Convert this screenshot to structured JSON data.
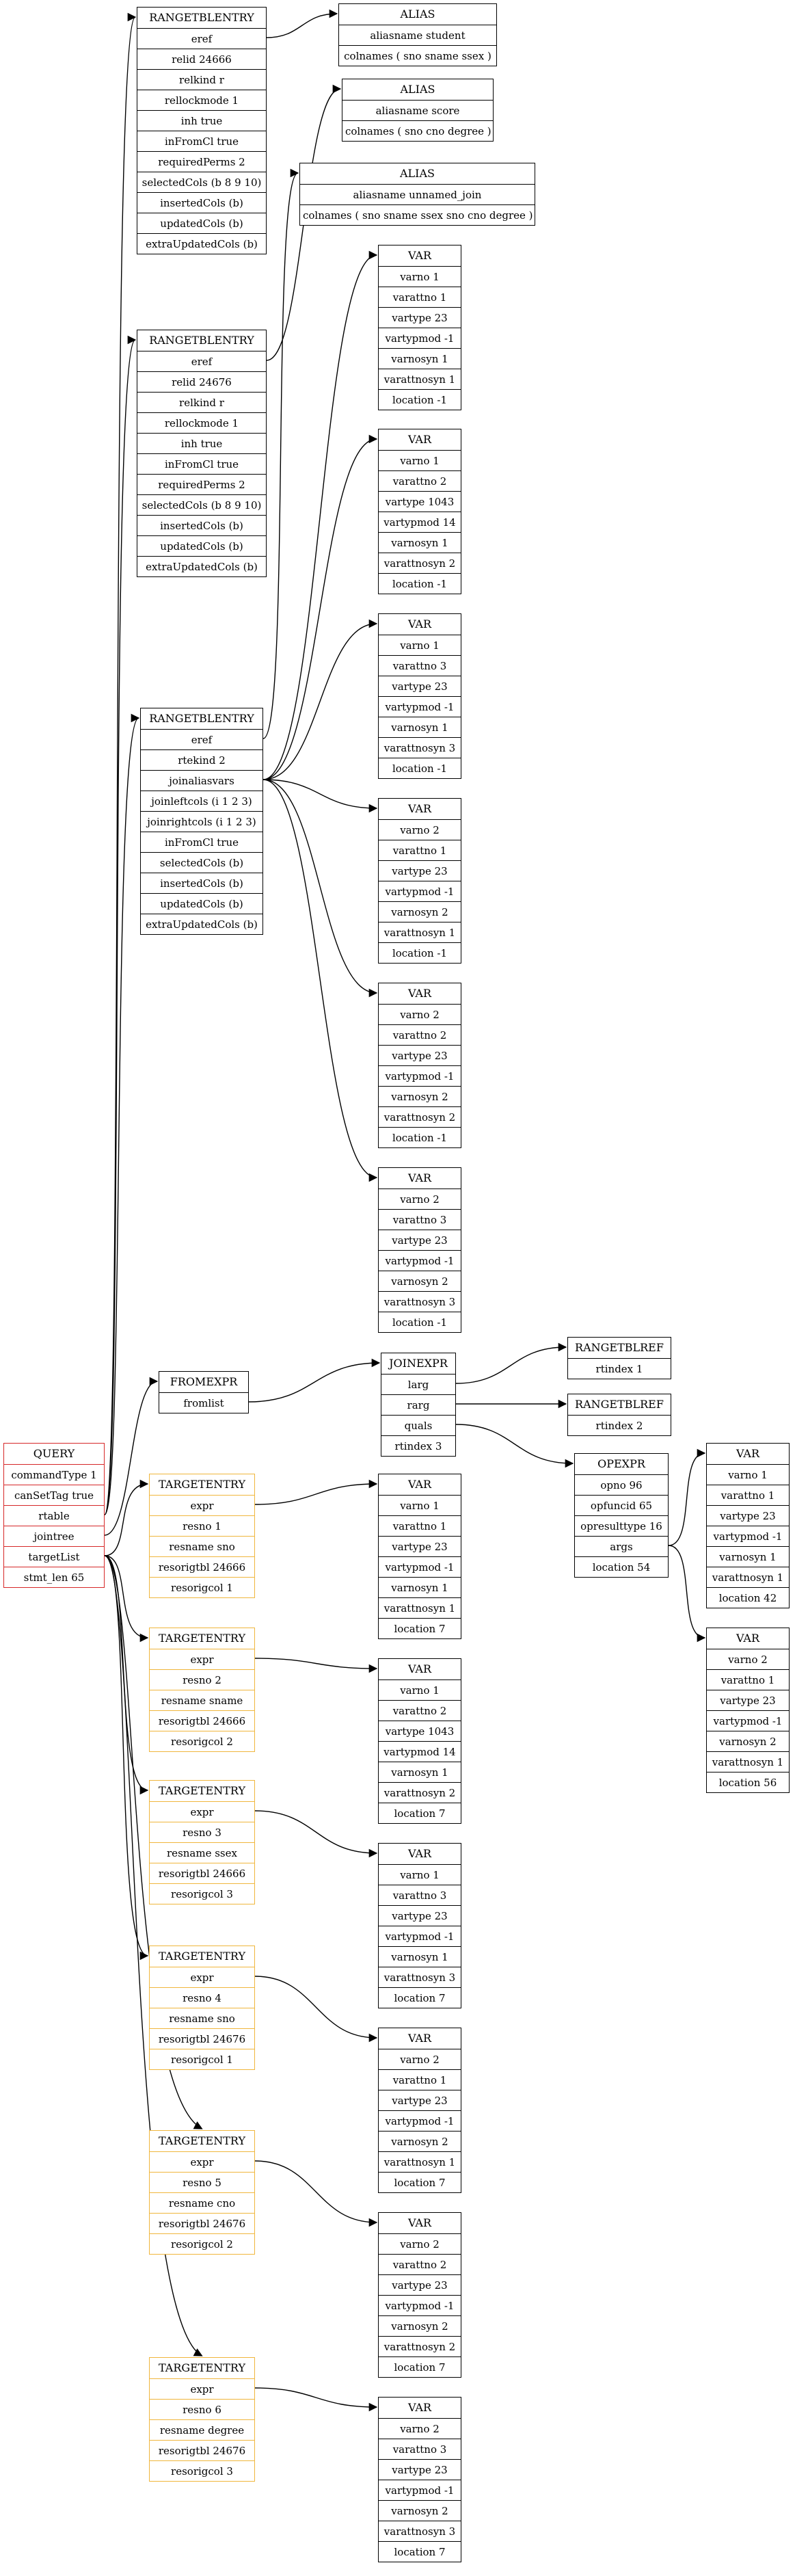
{
  "nodes": {
    "query": {
      "title": "QUERY",
      "rows": [
        "commandType 1",
        "canSetTag true",
        "rtable",
        "jointree",
        "targetList",
        "stmt_len 65"
      ]
    },
    "rte1": {
      "title": "RANGETBLENTRY",
      "rows": [
        "eref",
        "relid 24666",
        "relkind r",
        "rellockmode 1",
        "inh true",
        "inFromCl true",
        "requiredPerms 2",
        "selectedCols (b 8 9 10)",
        "insertedCols (b)",
        "updatedCols (b)",
        "extraUpdatedCols (b)"
      ]
    },
    "rte2": {
      "title": "RANGETBLENTRY",
      "rows": [
        "eref",
        "relid 24676",
        "relkind r",
        "rellockmode 1",
        "inh true",
        "inFromCl true",
        "requiredPerms 2",
        "selectedCols (b 8 9 10)",
        "insertedCols (b)",
        "updatedCols (b)",
        "extraUpdatedCols (b)"
      ]
    },
    "rte3": {
      "title": "RANGETBLENTRY",
      "rows": [
        "eref",
        "rtekind 2",
        "joinaliasvars",
        "joinleftcols (i 1 2 3)",
        "joinrightcols (i 1 2 3)",
        "inFromCl true",
        "selectedCols (b)",
        "insertedCols (b)",
        "updatedCols (b)",
        "extraUpdatedCols (b)"
      ]
    },
    "alias1": {
      "title": "ALIAS",
      "rows": [
        "aliasname student",
        "colnames ( sno sname ssex )"
      ]
    },
    "alias2": {
      "title": "ALIAS",
      "rows": [
        "aliasname score",
        "colnames ( sno cno degree )"
      ]
    },
    "alias3": {
      "title": "ALIAS",
      "rows": [
        "aliasname unnamed_join",
        "colnames ( sno sname ssex sno cno degree )"
      ]
    },
    "jv1": {
      "title": "VAR",
      "rows": [
        "varno 1",
        "varattno 1",
        "vartype 23",
        "vartypmod -1",
        "varnosyn 1",
        "varattnosyn 1",
        "location -1"
      ]
    },
    "jv2": {
      "title": "VAR",
      "rows": [
        "varno 1",
        "varattno 2",
        "vartype 1043",
        "vartypmod 14",
        "varnosyn 1",
        "varattnosyn 2",
        "location -1"
      ]
    },
    "jv3": {
      "title": "VAR",
      "rows": [
        "varno 1",
        "varattno 3",
        "vartype 23",
        "vartypmod -1",
        "varnosyn 1",
        "varattnosyn 3",
        "location -1"
      ]
    },
    "jv4": {
      "title": "VAR",
      "rows": [
        "varno 2",
        "varattno 1",
        "vartype 23",
        "vartypmod -1",
        "varnosyn 2",
        "varattnosyn 1",
        "location -1"
      ]
    },
    "jv5": {
      "title": "VAR",
      "rows": [
        "varno 2",
        "varattno 2",
        "vartype 23",
        "vartypmod -1",
        "varnosyn 2",
        "varattnosyn 2",
        "location -1"
      ]
    },
    "jv6": {
      "title": "VAR",
      "rows": [
        "varno 2",
        "varattno 3",
        "vartype 23",
        "vartypmod -1",
        "varnosyn 2",
        "varattnosyn 3",
        "location -1"
      ]
    },
    "fromexpr": {
      "title": "FROMEXPR",
      "rows": [
        "fromlist"
      ]
    },
    "joinexpr": {
      "title": "JOINEXPR",
      "rows": [
        "larg",
        "rarg",
        "quals",
        "rtindex 3"
      ]
    },
    "rtref1": {
      "title": "RANGETBLREF",
      "rows": [
        "rtindex 1"
      ]
    },
    "rtref2": {
      "title": "RANGETBLREF",
      "rows": [
        "rtindex 2"
      ]
    },
    "opexpr": {
      "title": "OPEXPR",
      "rows": [
        "opno 96",
        "opfuncid 65",
        "opresulttype 16",
        "args",
        "location 54"
      ]
    },
    "ov1": {
      "title": "VAR",
      "rows": [
        "varno 1",
        "varattno 1",
        "vartype 23",
        "vartypmod -1",
        "varnosyn 1",
        "varattnosyn 1",
        "location 42"
      ]
    },
    "ov2": {
      "title": "VAR",
      "rows": [
        "varno 2",
        "varattno 1",
        "vartype 23",
        "vartypmod -1",
        "varnosyn 2",
        "varattnosyn 1",
        "location 56"
      ]
    },
    "te1": {
      "title": "TARGETENTRY",
      "rows": [
        "expr",
        "resno 1",
        "resname sno",
        "resorigtbl 24666",
        "resorigcol 1"
      ]
    },
    "te2": {
      "title": "TARGETENTRY",
      "rows": [
        "expr",
        "resno 2",
        "resname sname",
        "resorigtbl 24666",
        "resorigcol 2"
      ]
    },
    "te3": {
      "title": "TARGETENTRY",
      "rows": [
        "expr",
        "resno 3",
        "resname ssex",
        "resorigtbl 24666",
        "resorigcol 3"
      ]
    },
    "te4": {
      "title": "TARGETENTRY",
      "rows": [
        "expr",
        "resno 4",
        "resname sno",
        "resorigtbl 24676",
        "resorigcol 1"
      ]
    },
    "te5": {
      "title": "TARGETENTRY",
      "rows": [
        "expr",
        "resno 5",
        "resname cno",
        "resorigtbl 24676",
        "resorigcol 2"
      ]
    },
    "te6": {
      "title": "TARGETENTRY",
      "rows": [
        "expr",
        "resno 6",
        "resname degree",
        "resorigtbl 24676",
        "resorigcol 3"
      ]
    },
    "tv1": {
      "title": "VAR",
      "rows": [
        "varno 1",
        "varattno 1",
        "vartype 23",
        "vartypmod -1",
        "varnosyn 1",
        "varattnosyn 1",
        "location 7"
      ]
    },
    "tv2": {
      "title": "VAR",
      "rows": [
        "varno 1",
        "varattno 2",
        "vartype 1043",
        "vartypmod 14",
        "varnosyn 1",
        "varattnosyn 2",
        "location 7"
      ]
    },
    "tv3": {
      "title": "VAR",
      "rows": [
        "varno 1",
        "varattno 3",
        "vartype 23",
        "vartypmod -1",
        "varnosyn 1",
        "varattnosyn 3",
        "location 7"
      ]
    },
    "tv4": {
      "title": "VAR",
      "rows": [
        "varno 2",
        "varattno 1",
        "vartype 23",
        "vartypmod -1",
        "varnosyn 2",
        "varattnosyn 1",
        "location 7"
      ]
    },
    "tv5": {
      "title": "VAR",
      "rows": [
        "varno 2",
        "varattno 2",
        "vartype 23",
        "vartypmod -1",
        "varnosyn 2",
        "varattnosyn 2",
        "location 7"
      ]
    },
    "tv6": {
      "title": "VAR",
      "rows": [
        "varno 2",
        "varattno 3",
        "vartype 23",
        "vartypmod -1",
        "varnosyn 2",
        "varattnosyn 3",
        "location 7"
      ]
    }
  },
  "colors": {
    "query_border": "#d62728",
    "targetentry_border": "#f0b63c",
    "default_border": "#000000",
    "edge": "#000000"
  }
}
